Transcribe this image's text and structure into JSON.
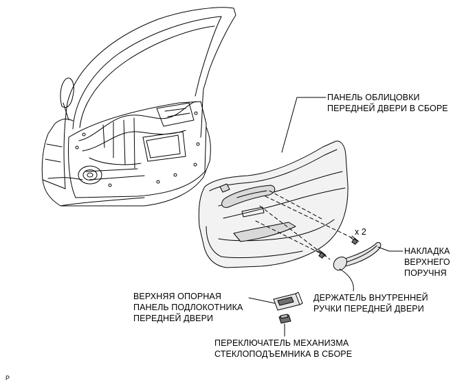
{
  "labels": {
    "trim_panel": [
      "ПАНЕЛЬ ОБЛИЦОВКИ",
      "ПЕРЕДНЕЙ ДВЕРИ В СБОРЕ"
    ],
    "screw_count": "x 2",
    "assist_grip_cover": [
      "НАКЛАДКА",
      "ВЕРХНЕГО",
      "ПОРУЧНЯ"
    ],
    "armrest_upper_panel": [
      "ВЕРХНЯЯ ОПОРНАЯ",
      "ПАНЕЛЬ ПОДЛОКОТНИКА",
      "ПЕРЕДНЕЙ ДВЕРИ"
    ],
    "inside_handle_bezel": [
      "ДЕРЖАТЕЛЬ ВНУТРЕННЕЙ",
      "РУЧКИ ПЕРЕДНЕЙ ДВЕРИ"
    ],
    "window_switch": [
      "ПЕРЕКЛЮЧАТЕЛЬ МЕХАНИЗМА",
      "СТЕКЛОПОДЪЕМНИКА В СБОРЕ"
    ],
    "corner_mark": "P"
  },
  "colors": {
    "line": "#000000",
    "panel_fill": "#f2f2f2",
    "panel_shade": "#d9d9d9",
    "part_dark": "#6f6f6f"
  }
}
